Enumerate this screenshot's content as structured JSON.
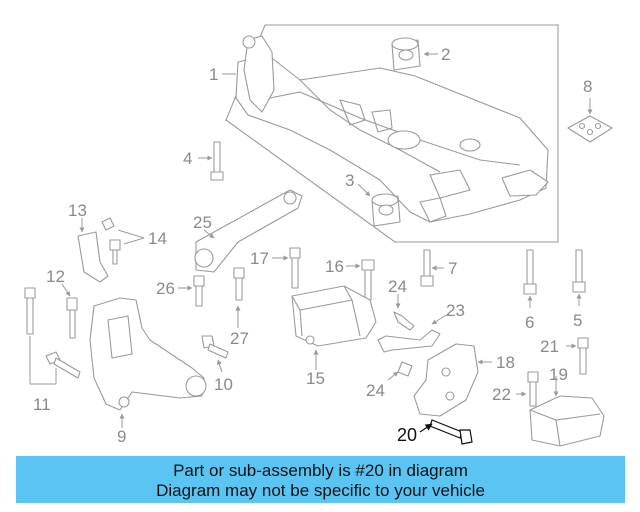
{
  "diagram": {
    "callouts": [
      "1",
      "2",
      "3",
      "4",
      "5",
      "6",
      "7",
      "8",
      "9",
      "10",
      "11",
      "12",
      "13",
      "14",
      "15",
      "16",
      "17",
      "18",
      "19",
      "20",
      "21",
      "22",
      "23",
      "24",
      "24",
      "25",
      "26",
      "27"
    ],
    "highlighted_part": "20"
  },
  "banner": {
    "line1": "Part or sub-assembly is #20 in diagram",
    "line2": "Diagram may not be specific to your vehicle",
    "color": "#5ac4f3"
  }
}
